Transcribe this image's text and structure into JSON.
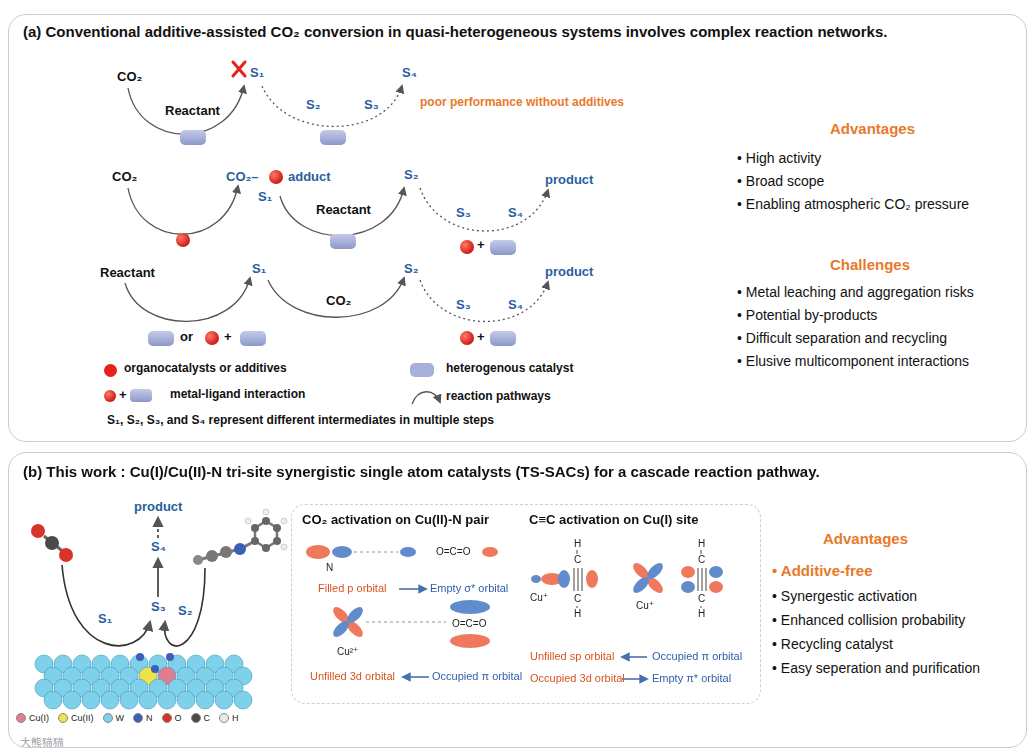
{
  "diagram": {
    "nodes": [
      {
        "text": [
          "(a) Conventional additive-assisted CO₂ conversion in quasi-heterogeneous systems involves complex reaction networks."
        ]
      },
      {
        "text": [
          "(b) This work : Cu(I)/Cu(II)-N tri-site synergistic single atom catalysts (TS-SACs) for a cascade reaction pathway."
        ]
      },
      {
        "text": [
          "CO₂ activation on Cu(II)-N pair",
          "C≡C activation on Cu(I) site"
        ],
        "in": 1
      }
    ],
    "labels": [
      "CO₂",
      "Reactant",
      "S₁",
      "S₄",
      "S₂",
      "S₃",
      "poor performance without additives",
      "CO₂",
      "CO₂–",
      "adduct",
      "S₁",
      "Reactant",
      "S₂",
      "product",
      "S₃",
      "S₄",
      "+",
      "Reactant",
      "S₁",
      "CO₂",
      "S₂",
      "product",
      "S₃",
      "S₄",
      "or",
      "+",
      "+",
      "+",
      "S₁, S₂, S₃, and S₄ represent different intermediates in multiple steps",
      "Advantages",
      "• High activity",
      "• Broad scope",
      "• Enabling atmospheric CO₂ pressure",
      "Challenges",
      "• Metal leaching and aggregation risks",
      "• Potential by-products",
      "• Difficult separation and recycling",
      "• Elusive multicomponent interactions",
      "product",
      "S₄",
      "S₃",
      "S₁",
      "S₂",
      "N",
      "Filled p orbital",
      "Empty σ* orbital",
      "O=C=O",
      "Cu²⁺",
      "O=C=O",
      "Unfilled 3d orbital",
      "Occupied π orbital",
      "Cu⁺",
      "H",
      "C",
      "C",
      "H",
      "Cu⁺",
      "H",
      "C",
      "C",
      "H",
      "Unfilled sp orbital",
      "Occupied π orbital",
      "Occupied 3d orbital",
      "Empty π* orbital",
      "Advantages",
      "• Additive-free",
      "• Synergestic activation",
      "• Enhanced collision probability",
      "• Recycling catalyst",
      "• Easy seperation and purification",
      "大熊猫猫"
    ],
    "legend": [
      {
        "text": "organocatalysts or additives",
        "color": "#e3231c"
      },
      {
        "text": "heterogenous catalyst",
        "color": "#a6b0d8"
      },
      {
        "text": "metal-ligand interaction"
      },
      {
        "text": "reaction pathways"
      },
      {
        "text": "Cu(I)",
        "color": "#e07d93"
      },
      {
        "text": "Cu(II)",
        "color": "#efe34a"
      },
      {
        "text": "W",
        "color": "#7fd0ea"
      },
      {
        "text": "N",
        "color": "#3d5fb8"
      },
      {
        "text": "O",
        "color": "#d8332b"
      },
      {
        "text": "C",
        "color": "#4a4a4a"
      },
      {
        "text": "H",
        "color": "#e8e8e8"
      }
    ]
  }
}
